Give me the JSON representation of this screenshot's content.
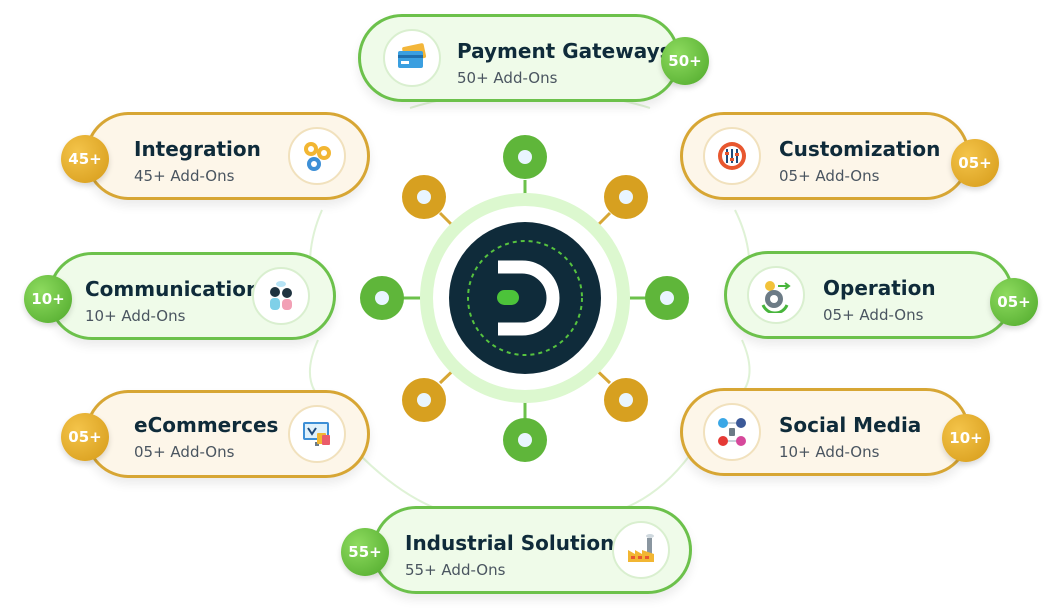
{
  "cards": [
    {
      "id": "payment-gateways",
      "title": "Payment Gateways",
      "subtitle": "50+ Add-Ons",
      "badge": "50+",
      "color": "green",
      "icon": "credit-card-icon"
    },
    {
      "id": "integration",
      "title": "Integration",
      "subtitle": "45+ Add-Ons",
      "badge": "45+",
      "color": "yellow",
      "icon": "gears-icon"
    },
    {
      "id": "customization",
      "title": "Customization",
      "subtitle": "05+ Add-Ons",
      "badge": "05+",
      "color": "yellow",
      "icon": "gear-sliders-icon"
    },
    {
      "id": "communication",
      "title": "Communication",
      "subtitle": "10+ Add-Ons",
      "badge": "10+",
      "color": "green",
      "icon": "people-chat-icon"
    },
    {
      "id": "operation",
      "title": "Operation",
      "subtitle": "05+ Add-Ons",
      "badge": "05+",
      "color": "green",
      "icon": "gear-bulb-icon"
    },
    {
      "id": "ecommerces",
      "title": "eCommerces",
      "subtitle": "05+ Add-Ons",
      "badge": "05+",
      "color": "yellow",
      "icon": "shopping-screen-icon"
    },
    {
      "id": "social-media",
      "title": "Social Media",
      "subtitle": "10+ Add-Ons",
      "badge": "10+",
      "color": "yellow",
      "icon": "social-network-icon"
    },
    {
      "id": "industrial-solutions",
      "title": "Industrial Solutions",
      "subtitle": "55+ Add-Ons",
      "badge": "55+",
      "color": "green",
      "icon": "factory-icon"
    }
  ],
  "hub": {
    "logo": "d-logo-icon"
  },
  "colors": {
    "green": "#6cc14b",
    "yellow": "#d7a634",
    "navy": "#0f2b3a"
  }
}
